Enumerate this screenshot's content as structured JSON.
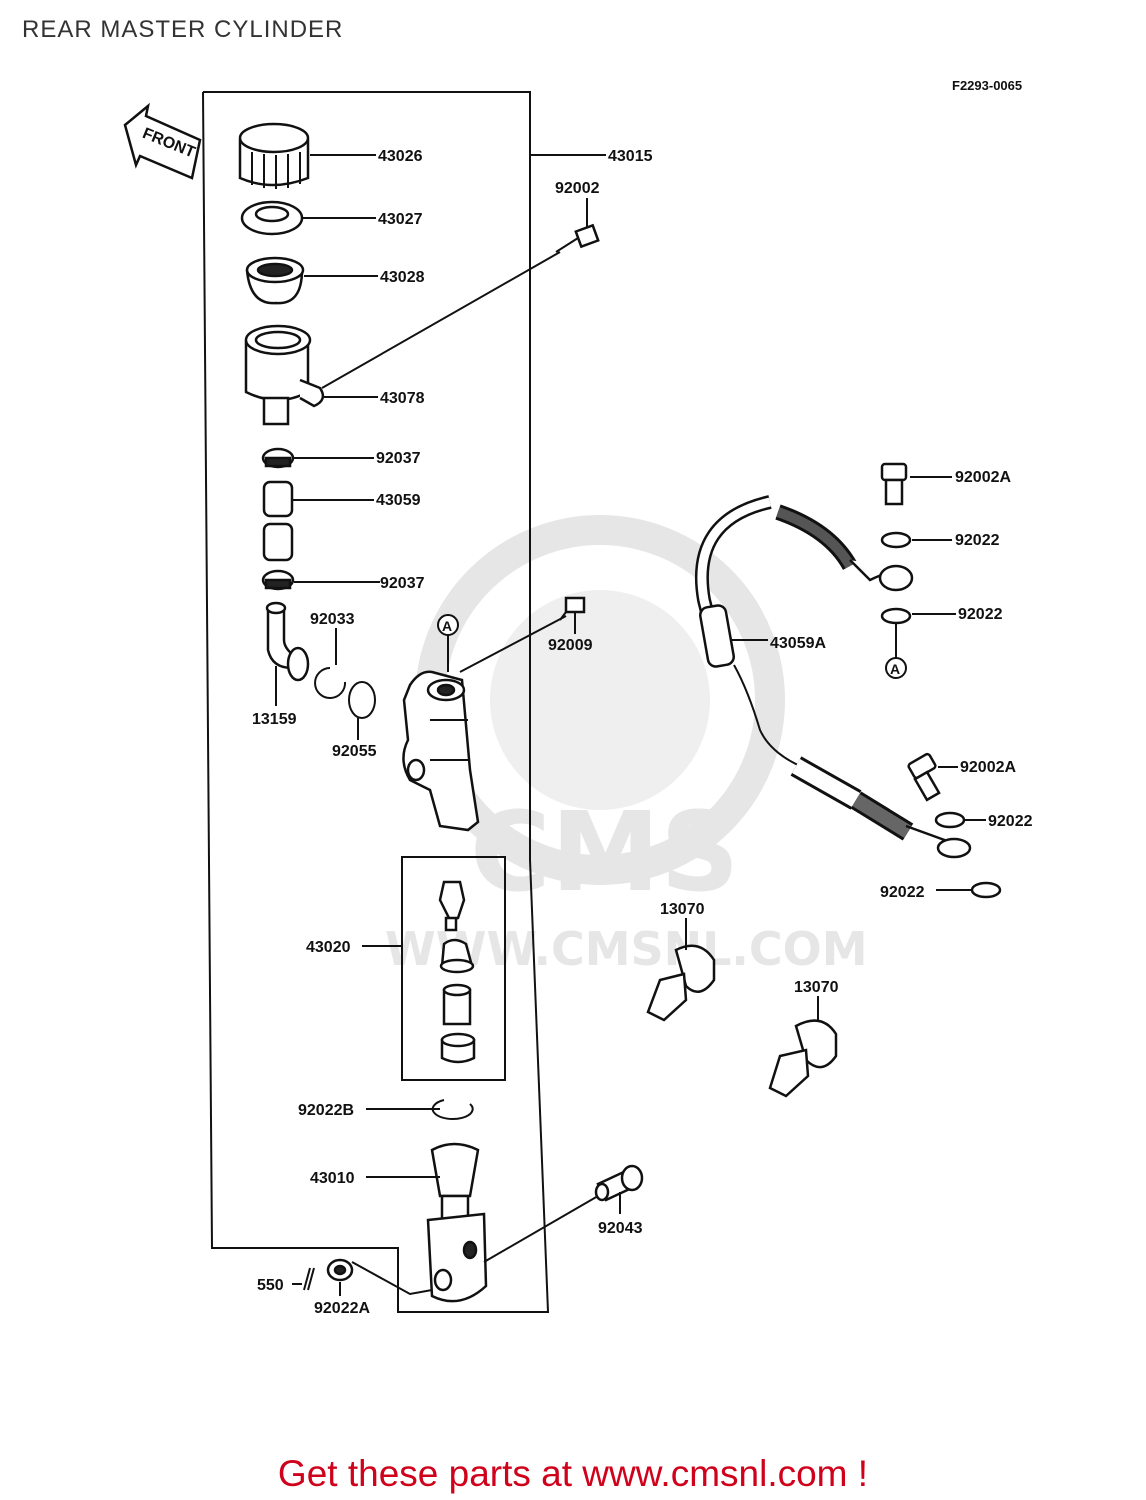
{
  "title": "REAR MASTER CYLINDER",
  "drawing_number": "F2293-0065",
  "front_label": "FRONT",
  "watermark": {
    "brand": "CMS",
    "url": "WWW.CMSNL.COM"
  },
  "promo_text": "Get these parts at www.cmsnl.com !",
  "callout_marker": "A",
  "part_labels": {
    "p43026": "43026",
    "p43027": "43027",
    "p43028": "43028",
    "p43078": "43078",
    "p43015": "43015",
    "p92002": "92002",
    "p92037a": "92037",
    "p43059": "43059",
    "p92037b": "92037",
    "p92033": "92033",
    "p13159": "13159",
    "p92055": "92055",
    "p92009": "92009",
    "p92002A1": "92002A",
    "p92022a": "92022",
    "p92022b": "92022",
    "p43059A": "43059A",
    "p92002A2": "92002A",
    "p92022c": "92022",
    "p92022d": "92022",
    "p43020": "43020",
    "p13070a": "13070",
    "p13070b": "13070",
    "p92022B": "92022B",
    "p43010": "43010",
    "p92043": "92043",
    "p550": "550",
    "p92022A": "92022A"
  },
  "colors": {
    "promo": "#d0021b",
    "ink": "#111111",
    "watermark": "#e6e6e6"
  }
}
